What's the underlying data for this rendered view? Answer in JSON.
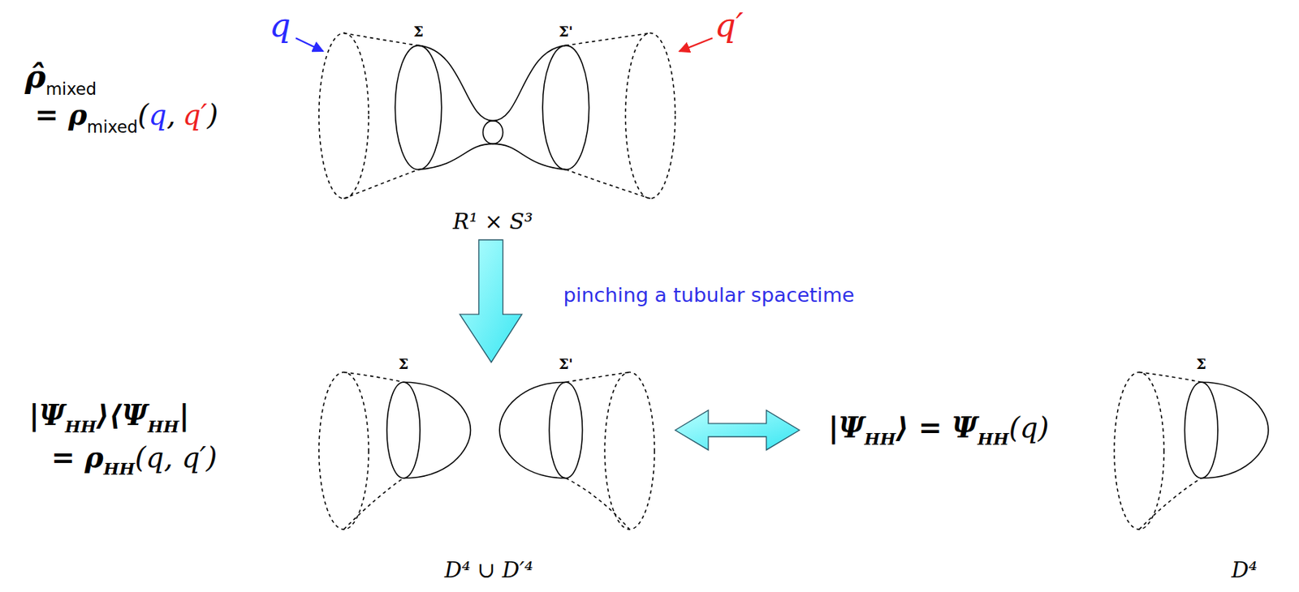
{
  "diagram": {
    "labels": [
      "q",
      "Σ",
      "Σ'",
      "q′",
      "ρ̂",
      "mixed",
      "= ρ",
      "mixed",
      "(",
      "q",
      ",",
      "q′",
      ")",
      "R¹ × S³",
      "pinching a tubular spacetime",
      "|Ψ",
      "HH",
      "⟩⟨Ψ",
      "HH",
      "|",
      "= ρ",
      "HH",
      "(q, q′)",
      "Σ",
      "Σ'",
      "|Ψ",
      "HH",
      "⟩ = Ψ",
      "HH",
      "(q)",
      "Σ",
      "D⁴ ∪ D′⁴",
      "D⁴"
    ]
  }
}
